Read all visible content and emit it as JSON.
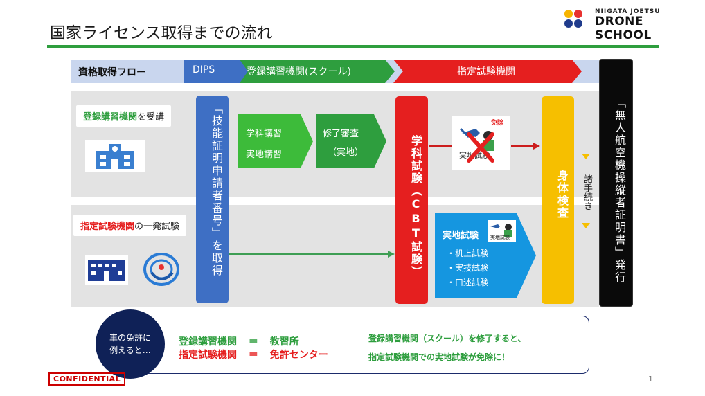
{
  "header": {
    "title": "国家ライセンス取得までの流れ",
    "logo_small": "NIIGATA JOETSU",
    "logo_big": "DRONE SCHOOL"
  },
  "flow": {
    "label": "資格取得フロー",
    "dips": "DIPS",
    "school": "登録講習機関(スクール)",
    "exam_body": "指定試験機関"
  },
  "route_school": {
    "title_green": "登録講習機関",
    "title_rest": "を受講",
    "courses": [
      "学科講習",
      "実地講習"
    ],
    "completion": "修了審査",
    "completion_sub": "（実地）",
    "exempt_badge": "免除",
    "exempt_label": "実地試験"
  },
  "route_direct": {
    "title_red": "指定試験機関",
    "title_rest": "の一発試験",
    "practical_title": "実地試験",
    "practical_icon_label": "実地試験",
    "items": [
      "・机上試験",
      "・実技試験",
      "・口述試験"
    ]
  },
  "columns": {
    "skill_cert": "「技能証明申請者番号」を取得",
    "written_exam": "学科試験（CBT試験）",
    "physical": "身体検査",
    "procedures": "諸手続き",
    "license": "「無人航空機操縦者証明書」発行"
  },
  "note": {
    "circle": "車の免許に\n例えると…",
    "line1_left": "登録講習機関",
    "line1_eq": "＝",
    "line1_right": "教習所",
    "line2_left": "指定試験機関",
    "line2_eq": "＝",
    "line2_right": "免許センター",
    "right1": "登録講習機関（スクール）を修了すると、",
    "right2": "指定試験機関での実地試験が免除に！"
  },
  "footer": {
    "confidential": "CONFIDENTIAL",
    "page": "1"
  },
  "colors": {
    "green": "#2e9e3e",
    "red": "#e51f1f",
    "blue": "#3e6fc4",
    "yellow": "#f6bf00",
    "navy": "#0f2157"
  }
}
